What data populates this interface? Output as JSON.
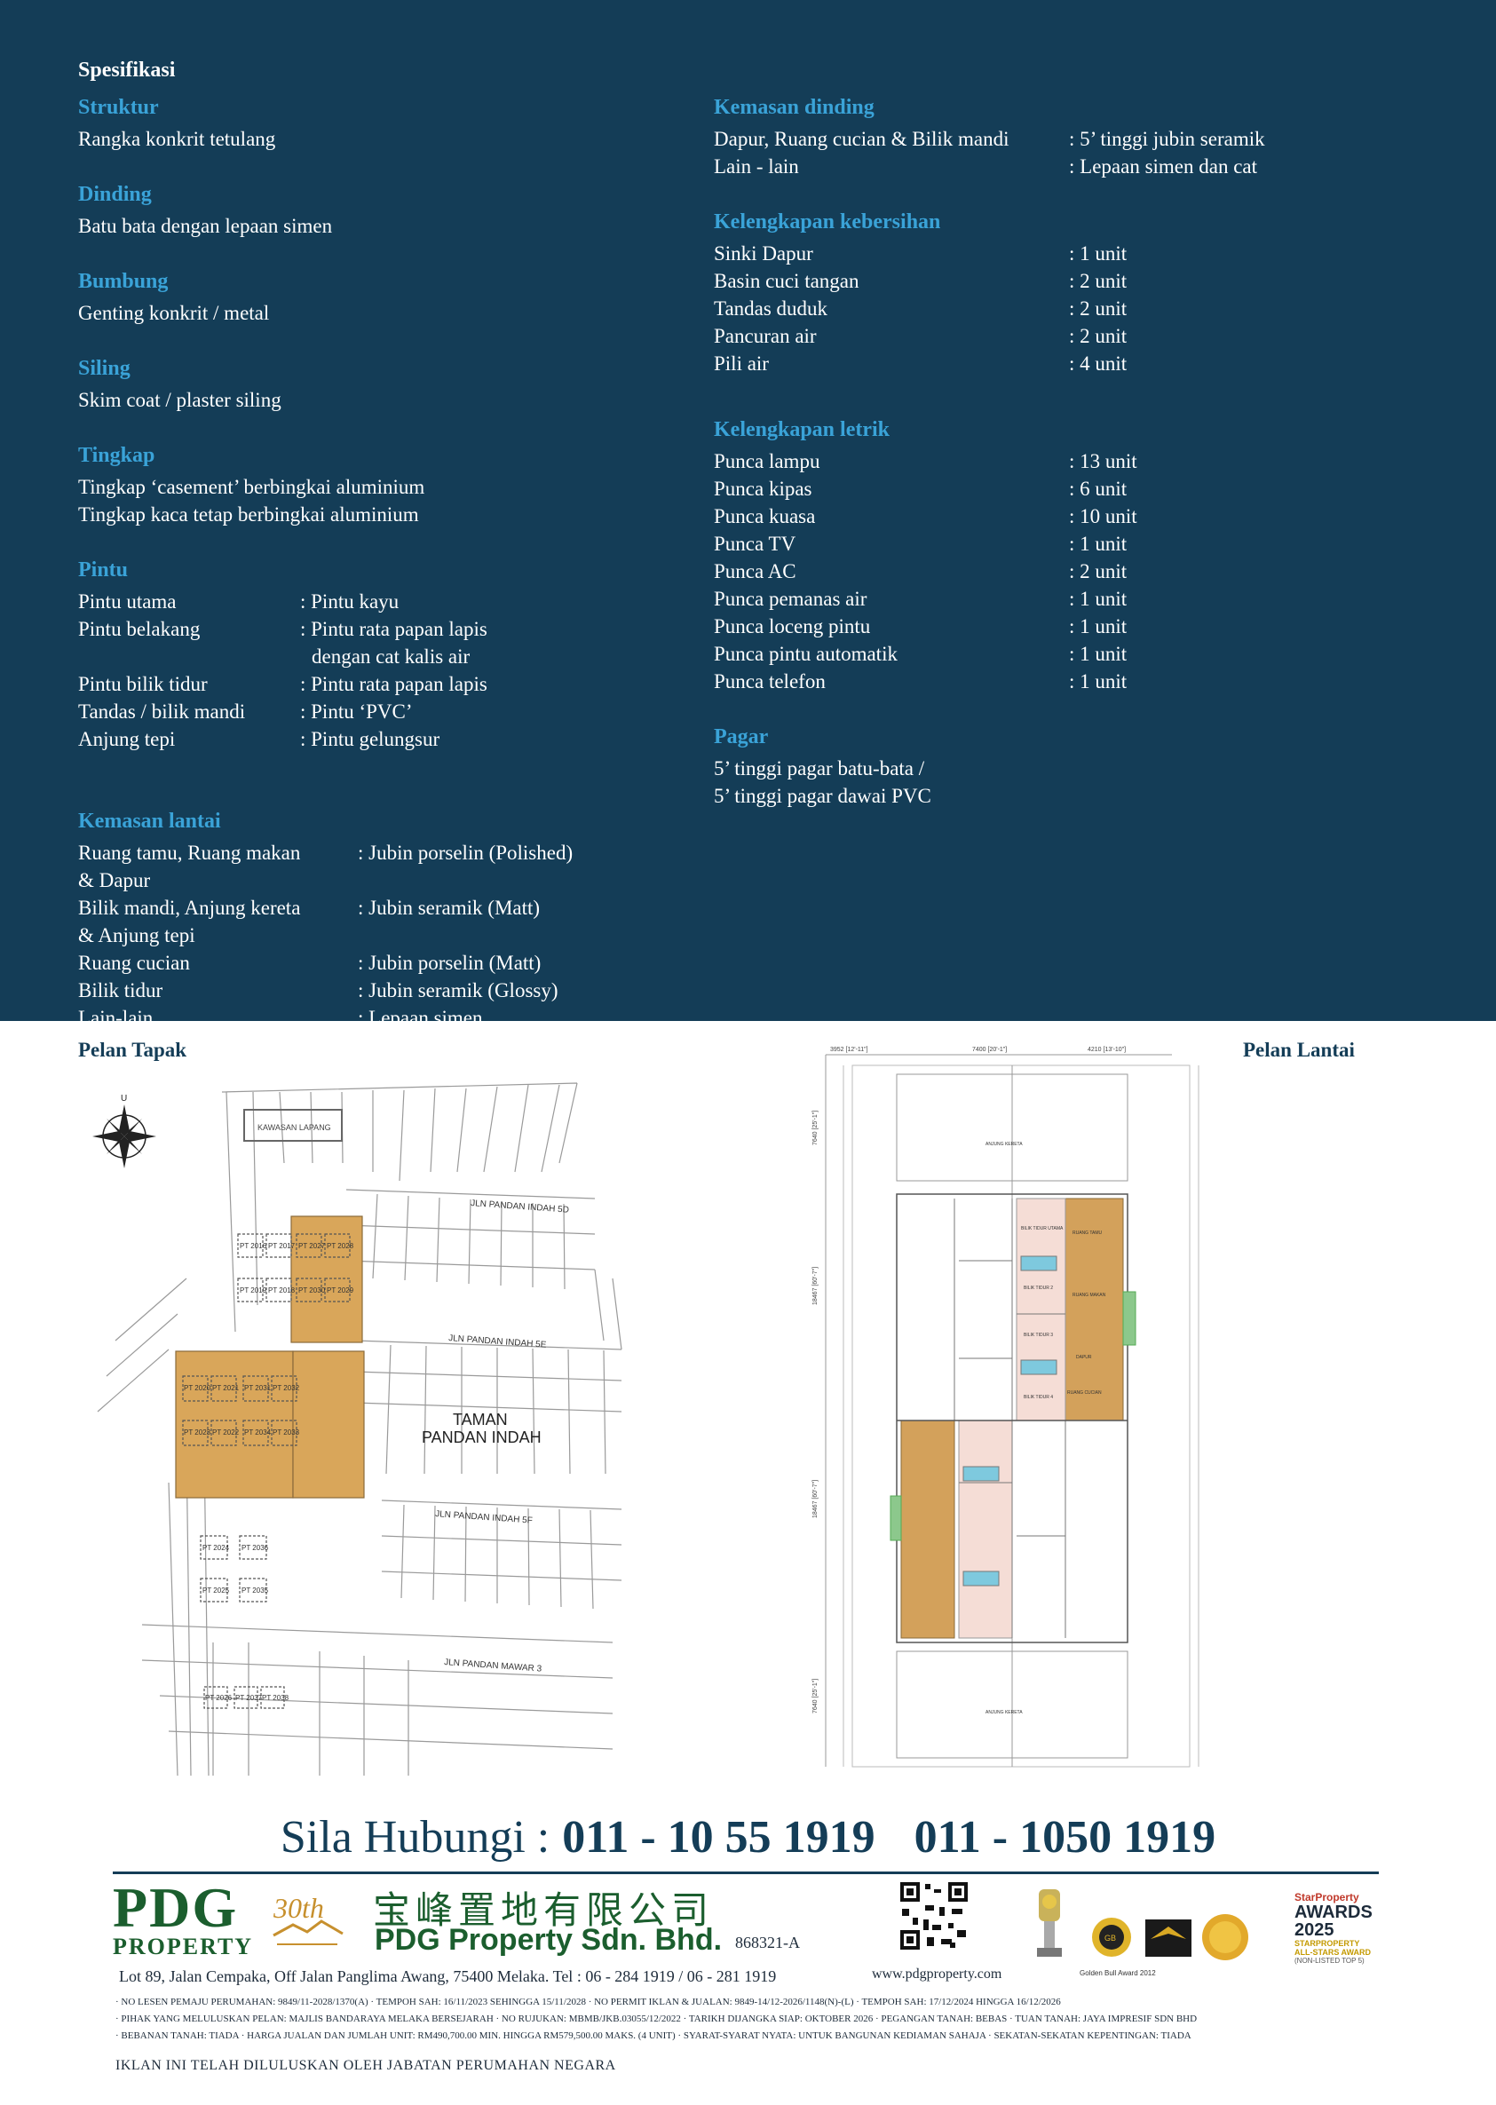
{
  "spec": {
    "title": "Spesifikasi",
    "struktur": {
      "title": "Struktur",
      "text": "Rangka konkrit tetulang"
    },
    "dinding": {
      "title": "Dinding",
      "text": "Batu bata dengan lepaan simen"
    },
    "bumbung": {
      "title": "Bumbung",
      "text": "Genting konkrit / metal"
    },
    "siling": {
      "title": "Siling",
      "text": "Skim coat / plaster siling"
    },
    "tingkap": {
      "title": "Tingkap",
      "lines": [
        "Tingkap ‘casement’ berbingkai aluminium",
        "Tingkap kaca tetap berbingkai aluminium"
      ]
    },
    "pintu": {
      "title": "Pintu",
      "rows": [
        {
          "k": "Pintu utama",
          "v": ": Pintu kayu"
        },
        {
          "k": "Pintu belakang",
          "v": ": Pintu rata papan lapis",
          "v2": "dengan cat kalis air"
        },
        {
          "k": "Pintu bilik tidur",
          "v": ": Pintu rata papan lapis"
        },
        {
          "k": "Tandas / bilik mandi",
          "v": ": Pintu ‘PVC’"
        },
        {
          "k": "Anjung tepi",
          "v": ": Pintu gelungsur"
        }
      ]
    },
    "kemasan_lantai": {
      "title": "Kemasan lantai",
      "rows": [
        {
          "k": "Ruang tamu, Ruang makan",
          "k2": "& Dapur",
          "v": ": Jubin porselin (Polished)"
        },
        {
          "k": "Bilik mandi, Anjung kereta",
          "k2": "& Anjung tepi",
          "v": ": Jubin seramik (Matt)"
        },
        {
          "k": "Ruang cucian",
          "v": ": Jubin porselin (Matt)"
        },
        {
          "k": "Bilik tidur",
          "v": ": Jubin seramik (Glossy)"
        },
        {
          "k": "Lain-lain",
          "v": ": Lepaan simen"
        }
      ]
    },
    "kemasan_dinding": {
      "title": "Kemasan dinding",
      "rows": [
        {
          "k": "Dapur, Ruang cucian & Bilik mandi",
          "v": ": 5’ tinggi jubin seramik"
        },
        {
          "k": "Lain - lain",
          "v": ": Lepaan simen dan cat"
        }
      ]
    },
    "kebersihan": {
      "title": "Kelengkapan kebersihan",
      "rows": [
        {
          "k": "Sinki Dapur",
          "v": ": 1 unit"
        },
        {
          "k": "Basin cuci tangan",
          "v": ": 2 unit"
        },
        {
          "k": "Tandas duduk",
          "v": ": 2 unit"
        },
        {
          "k": "Pancuran air",
          "v": ": 2 unit"
        },
        {
          "k": "Pili air",
          "v": ": 4 unit"
        }
      ]
    },
    "letrik": {
      "title": "Kelengkapan letrik",
      "rows": [
        {
          "k": "Punca lampu",
          "v": ": 13 unit"
        },
        {
          "k": "Punca kipas",
          "v": ": 6 unit"
        },
        {
          "k": "Punca kuasa",
          "v": ": 10 unit"
        },
        {
          "k": "Punca TV",
          "v": ": 1 unit"
        },
        {
          "k": "Punca AC",
          "v": ": 2 unit"
        },
        {
          "k": "Punca pemanas air",
          "v": ": 1 unit"
        },
        {
          "k": "Punca loceng pintu",
          "v": ": 1 unit"
        },
        {
          "k": "Punca pintu automatik",
          "v": ": 1 unit"
        },
        {
          "k": "Punca telefon",
          "v": ": 1 unit"
        }
      ]
    },
    "pagar": {
      "title": "Pagar",
      "lines": [
        "5’ tinggi pagar batu-bata /",
        "5’ tinggi pagar dawai PVC"
      ]
    }
  },
  "plans": {
    "site_label": "Pelan Tapak",
    "floor_label": "Pelan Lantai",
    "site": {
      "compass": "U",
      "open_area": "KAWASAN LAPANG",
      "roads": [
        "JLN PANDAN INDAH 5D",
        "JLN PANDAN INDAH 5E",
        "JLN PANDAN INDAH 5F",
        "JLN PANDAN MAWAR 3"
      ],
      "estate": [
        "TAMAN",
        "PANDAN INDAH"
      ],
      "lots_top": [
        "PT 2016",
        "PT 2017",
        "PT 2027",
        "PT 2028",
        "PT 2019",
        "PT 2018",
        "PT 2030",
        "PT 2029"
      ],
      "lots_mid": [
        "PT 2020",
        "PT 2021",
        "PT 2031",
        "PT 2032",
        "PT 2023",
        "PT 2022",
        "PT 2034",
        "PT 2033"
      ],
      "lots_low": [
        "PT 2024",
        "PT 2036",
        "PT 2025",
        "PT 2035"
      ],
      "lots_bottom": [
        "PT 2026",
        "PT 2037",
        "PT 2038"
      ],
      "highlight_color": "#d9a65a"
    },
    "floor": {
      "dims_top": [
        "3952 [12'-11\"]",
        "7400 [20'-1\"]",
        "4210 [13'-10\"]"
      ],
      "dims_side": [
        "7640 [25'-1\"]",
        "18467 [60'-7\"]",
        "18467 [60'-7\"]",
        "7640 [25'-1\"]"
      ],
      "rooms": [
        "ANJUNG KERETA",
        "RUANG TAMU",
        "RUANG MAKAN",
        "DAPUR",
        "RUANG CUCIAN",
        "BILIK TIDUR UTAMA",
        "BILIK TIDUR 2",
        "BILIK TIDUR 3",
        "BILIK TIDUR 4",
        "ANJUNG KERETA"
      ],
      "colors": {
        "living": "#d3a15b",
        "bedroom": "#f5ddd6",
        "bath": "#7ec9de",
        "green": "#8cc88c"
      }
    }
  },
  "contact": {
    "label": "Sila Hubungi :",
    "phone1": "011 - 10 55 1919",
    "phone2": "011 - 1050 1919"
  },
  "footer": {
    "logo_big": "PDG",
    "logo_small": "PROPERTY",
    "anniversary": "30th",
    "chinese_name": "宝峰置地有限公司",
    "company": "PDG Property Sdn. Bhd.",
    "reg_no": "868321-A",
    "address": "Lot 89, Jalan Cempaka, Off Jalan Panglima Awang, 75400 Melaka. Tel : 06 - 284 1919 / 06 - 281 1919",
    "website": "www.pdgproperty.com",
    "award_starproperty": "StarProperty",
    "award_title": "AWARDS",
    "award_year": "2025",
    "award_sub1": "STARPROPERTY",
    "award_sub2": "ALL-STARS AWARD",
    "award_sub3": "(NON-LISTED TOP 5)",
    "golden_bull": "Golden Bull Award 2012",
    "legal_lines": [
      "· NO LESEN PEMAJU PERUMAHAN: 9849/11-2028/1370(A)  · TEMPOH SAH: 16/11/2023 SEHINGGA 15/11/2028  · NO PERMIT IKLAN & JUALAN: 9849-14/12-2026/1148(N)-(L)  · TEMPOH SAH: 17/12/2024 HINGGA 16/12/2026",
      "· PIHAK YANG MELULUSKAN PELAN: MAJLIS BANDARAYA MELAKA BERSEJARAH  · NO RUJUKAN: MBMB/JKB.03055/12/2022  · TARIKH DIJANGKA SIAP: OKTOBER 2026  · PEGANGAN TANAH: BEBAS  · TUAN TANAH: JAYA IMPRESIF SDN BHD",
      "· BEBANAN TANAH: TIADA  · HARGA JUALAN DAN JUMLAH UNIT: RM490,700.00 MIN. HINGGA RM579,500.00 MAKS. (4 UNIT)  · SYARAT-SYARAT NYATA: UNTUK BANGUNAN KEDIAMAN SAHAJA  · SEKATAN-SEKATAN KEPENTINGAN: TIADA"
    ],
    "approval": "IKLAN INI TELAH DILULUSKAN OLEH JABATAN PERUMAHAN NEGARA"
  }
}
